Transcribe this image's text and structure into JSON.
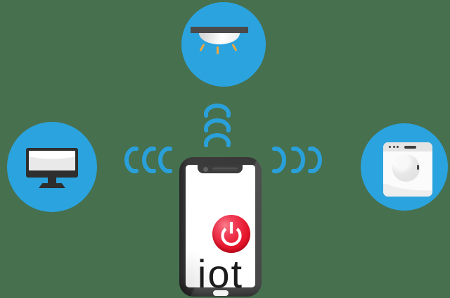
{
  "phone": {
    "screen_label": "iot"
  },
  "devices": [
    {
      "icon": "ceiling-light-icon"
    },
    {
      "icon": "monitor-icon"
    },
    {
      "icon": "washing-machine-icon"
    }
  ],
  "signals": {
    "groups": [
      {
        "position": "top",
        "arcs": 3
      },
      {
        "position": "left",
        "arcs": 3
      },
      {
        "position": "right",
        "arcs": 3
      }
    ]
  },
  "palette": {
    "background": "#47704E",
    "device_circle": "#2BA3DE",
    "signal_wave": "#2AA0DB",
    "power_red": "#E9192F",
    "ray_gold": "#F2A73B",
    "phone_body": "#3C3C3C",
    "screen_white": "#FFFFFF",
    "text_black": "#1C1C1C"
  }
}
